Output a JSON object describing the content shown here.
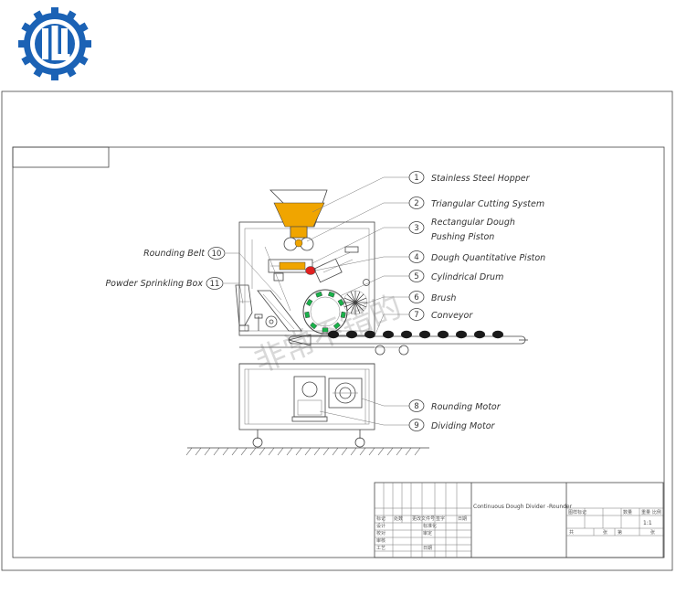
{
  "logo": {
    "name": "company-logo",
    "primary_color": "#1b62b5"
  },
  "colors": {
    "hopper": "#f0a500",
    "piston": "#e02020",
    "drum_segment": "#19b24a",
    "line": "#444444"
  },
  "watermark": "非常不错的",
  "components": [
    {
      "num": "1",
      "label_lines": [
        "Stainless Steel Hopper"
      ]
    },
    {
      "num": "2",
      "label_lines": [
        "Triangular Cutting System"
      ]
    },
    {
      "num": "3",
      "label_lines": [
        "Rectangular Dough",
        "Pushing Piston"
      ]
    },
    {
      "num": "4",
      "label_lines": [
        "Dough Quantitative Piston"
      ]
    },
    {
      "num": "5",
      "label_lines": [
        "Cylindrical Drum"
      ]
    },
    {
      "num": "6",
      "label_lines": [
        "Brush"
      ]
    },
    {
      "num": "7",
      "label_lines": [
        "Conveyor"
      ]
    },
    {
      "num": "8",
      "label_lines": [
        "Rounding Motor"
      ]
    },
    {
      "num": "9",
      "label_lines": [
        "Dividing Motor"
      ]
    },
    {
      "num": "10",
      "label_lines": [
        "Rounding Belt"
      ]
    },
    {
      "num": "11",
      "label_lines": [
        "Powder Sprinkling Box"
      ]
    }
  ],
  "title_block": {
    "drawing_title": "Continuous Dough Divider -Rounder",
    "scale": "1:1",
    "header_cells": [
      "图样标记",
      "数量",
      "重量",
      "比例"
    ],
    "sheet_cells": [
      "共",
      "张",
      "第",
      "张"
    ],
    "revision_row": [
      "标记",
      "处数",
      "更改文件号",
      "签字",
      "日期"
    ],
    "sign_rows": [
      [
        "设计",
        "标准化"
      ],
      [
        "校对",
        "审定"
      ],
      [
        "审核",
        ""
      ],
      [
        "工艺",
        "日期"
      ]
    ]
  }
}
